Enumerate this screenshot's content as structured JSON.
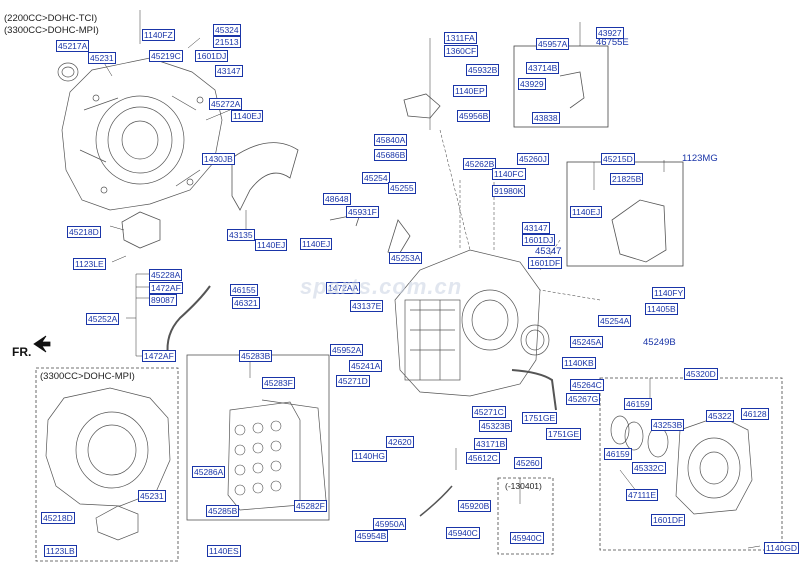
{
  "headers": {
    "top1": "(2200CC>DOHC-TCI)",
    "top2": "(3300CC>DOHC-MPI)",
    "lower_box": "(3300CC>DOHC-MPI)",
    "date_box": "(-130401)",
    "fr": "FR."
  },
  "watermark": "sparts.com.cn",
  "colors": {
    "label": "#1a35a8",
    "line": "#333333",
    "part": "#555555"
  },
  "labels": [
    {
      "id": "l1",
      "t": "45217A"
    },
    {
      "id": "l2",
      "t": "45231"
    },
    {
      "id": "l3",
      "t": "1140FZ"
    },
    {
      "id": "l4",
      "t": "45324"
    },
    {
      "id": "l5",
      "t": "21513"
    },
    {
      "id": "l6",
      "t": "45219C"
    },
    {
      "id": "l7",
      "t": "1601DJ"
    },
    {
      "id": "l8",
      "t": "43147"
    },
    {
      "id": "l9",
      "t": "45272A"
    },
    {
      "id": "l10",
      "t": "1140EJ"
    },
    {
      "id": "l11",
      "t": "1430JB"
    },
    {
      "id": "l12",
      "t": "45218D"
    },
    {
      "id": "l13",
      "t": "43135"
    },
    {
      "id": "l14",
      "t": "1140EJ"
    },
    {
      "id": "l15",
      "t": "1123LE"
    },
    {
      "id": "l16",
      "t": "1311FA"
    },
    {
      "id": "l17",
      "t": "1360CF"
    },
    {
      "id": "l18",
      "t": "45932B"
    },
    {
      "id": "l19",
      "t": "1140EP"
    },
    {
      "id": "l20",
      "t": "45956B"
    },
    {
      "id": "l21",
      "t": "45840A"
    },
    {
      "id": "l22",
      "t": "45686B"
    },
    {
      "id": "l23",
      "t": "45262B"
    },
    {
      "id": "l24",
      "t": "45260J"
    },
    {
      "id": "l25",
      "t": "1140FC"
    },
    {
      "id": "l26",
      "t": "91980K"
    },
    {
      "id": "l27",
      "t": "45254"
    },
    {
      "id": "l28",
      "t": "45255"
    },
    {
      "id": "l29",
      "t": "48648"
    },
    {
      "id": "l30",
      "t": "45931F"
    },
    {
      "id": "l31",
      "t": "1140EJ"
    },
    {
      "id": "l32",
      "t": "45253A"
    },
    {
      "id": "l33",
      "t": "43147"
    },
    {
      "id": "l34",
      "t": "1601DJ"
    },
    {
      "id": "l36",
      "t": "1601DF"
    },
    {
      "id": "l37",
      "t": "45957A"
    },
    {
      "id": "l38",
      "t": "43927"
    },
    {
      "id": "l40",
      "t": "43714B"
    },
    {
      "id": "l41",
      "t": "43929"
    },
    {
      "id": "l42",
      "t": "43838"
    },
    {
      "id": "l43",
      "t": "45215D"
    },
    {
      "id": "l45",
      "t": "21825B"
    },
    {
      "id": "l46",
      "t": "1140EJ"
    },
    {
      "id": "l47",
      "t": "45228A"
    },
    {
      "id": "l48",
      "t": "1472AF"
    },
    {
      "id": "l49",
      "t": "89087"
    },
    {
      "id": "l50",
      "t": "45252A"
    },
    {
      "id": "l51",
      "t": "1472AF"
    },
    {
      "id": "l52",
      "t": "46155"
    },
    {
      "id": "l53",
      "t": "46321"
    },
    {
      "id": "l54",
      "t": "1472AA"
    },
    {
      "id": "l55",
      "t": "43137E"
    },
    {
      "id": "l56",
      "t": "1140FY"
    },
    {
      "id": "l57",
      "t": "11405B"
    },
    {
      "id": "l58",
      "t": "45254A"
    },
    {
      "id": "l59",
      "t": "45245A"
    },
    {
      "id": "l61",
      "t": "45952A"
    },
    {
      "id": "l62",
      "t": "45241A"
    },
    {
      "id": "l63",
      "t": "45271D"
    },
    {
      "id": "l64",
      "t": "1140KB"
    },
    {
      "id": "l65",
      "t": "45264C"
    },
    {
      "id": "l66",
      "t": "45267G"
    },
    {
      "id": "l67",
      "t": "45271C"
    },
    {
      "id": "l68",
      "t": "1751GE"
    },
    {
      "id": "l69",
      "t": "1751GE"
    },
    {
      "id": "l70",
      "t": "45323B"
    },
    {
      "id": "l71",
      "t": "42620"
    },
    {
      "id": "l72",
      "t": "43171B"
    },
    {
      "id": "l73",
      "t": "1140HG"
    },
    {
      "id": "l74",
      "t": "45612C"
    },
    {
      "id": "l75",
      "t": "45260"
    },
    {
      "id": "l76",
      "t": "45283B"
    },
    {
      "id": "l77",
      "t": "45283F"
    },
    {
      "id": "l78",
      "t": "45286A"
    },
    {
      "id": "l79",
      "t": "45285B"
    },
    {
      "id": "l80",
      "t": "45282F"
    },
    {
      "id": "l81",
      "t": "1140ES"
    },
    {
      "id": "l82",
      "t": "45231"
    },
    {
      "id": "l83",
      "t": "45218D"
    },
    {
      "id": "l84",
      "t": "1123LB"
    },
    {
      "id": "l85",
      "t": "45920B"
    },
    {
      "id": "l86",
      "t": "45950A"
    },
    {
      "id": "l87",
      "t": "45954B"
    },
    {
      "id": "l88",
      "t": "45940C"
    },
    {
      "id": "l89",
      "t": "45940C"
    },
    {
      "id": "l90",
      "t": "45320D"
    },
    {
      "id": "l91",
      "t": "46159"
    },
    {
      "id": "l92",
      "t": "45322"
    },
    {
      "id": "l93",
      "t": "46128"
    },
    {
      "id": "l94",
      "t": "43253B"
    },
    {
      "id": "l95",
      "t": "46159"
    },
    {
      "id": "l96",
      "t": "45332C"
    },
    {
      "id": "l97",
      "t": "47111E"
    },
    {
      "id": "l98",
      "t": "1601DF"
    },
    {
      "id": "l99",
      "t": "1140GD"
    }
  ],
  "plain_labels": [
    {
      "id": "p1",
      "t": "46755E"
    },
    {
      "id": "p2",
      "t": "1123MG"
    },
    {
      "id": "p3",
      "t": "45347"
    },
    {
      "id": "p4",
      "t": "45249B"
    }
  ]
}
